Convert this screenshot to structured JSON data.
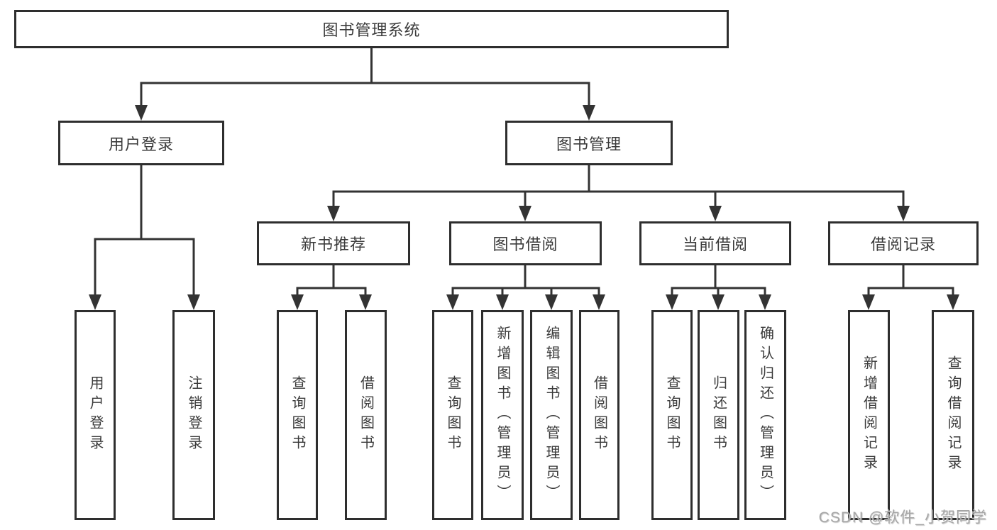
{
  "diagram": {
    "type": "hierarchy-tree",
    "root_label": "图书管理系统",
    "branches": [
      {
        "label": "用户登录",
        "leaves": [
          "用户登录",
          "注销登录"
        ]
      },
      {
        "label": "图书管理",
        "groups": [
          {
            "label": "新书推荐",
            "leaves": [
              "查询图书",
              "借阅图书"
            ]
          },
          {
            "label": "图书借阅",
            "leaves": [
              "查询图书",
              "新增图书（管理员）",
              "编辑图书（管理员）",
              "借阅图书"
            ]
          },
          {
            "label": "当前借阅",
            "leaves": [
              "查询图书",
              "归还图书",
              "确认归还（管理员）"
            ]
          },
          {
            "label": "借阅记录",
            "leaves": [
              "新增借阅记录",
              "查询借阅记录"
            ]
          }
        ]
      }
    ]
  },
  "watermark": {
    "text": "CSDN @软件_小贺同学"
  },
  "colors": {
    "line": "#333333",
    "box_border": "#2e2e2e",
    "text": "#3b3b3b",
    "background": "#ffffff",
    "watermark": "#a6a6a6"
  }
}
